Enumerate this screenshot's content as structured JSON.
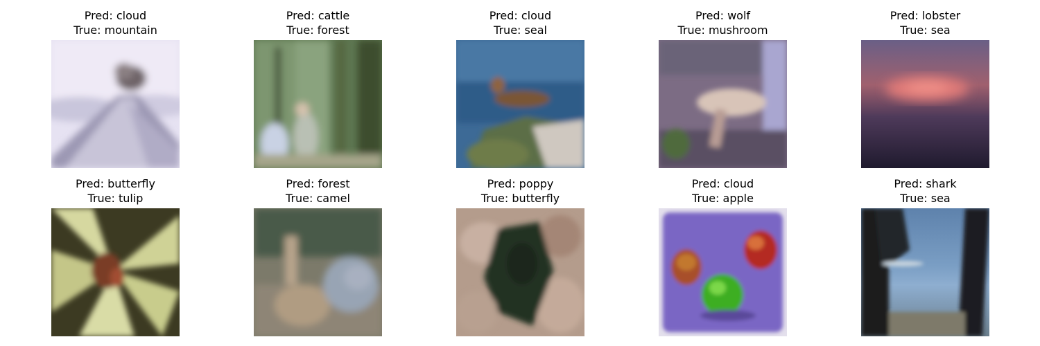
{
  "samples": [
    {
      "pred": "cloud",
      "true": "mountain"
    },
    {
      "pred": "cattle",
      "true": "forest"
    },
    {
      "pred": "cloud",
      "true": "seal"
    },
    {
      "pred": "wolf",
      "true": "mushroom"
    },
    {
      "pred": "lobster",
      "true": "sea"
    },
    {
      "pred": "butterfly",
      "true": "tulip"
    },
    {
      "pred": "forest",
      "true": "camel"
    },
    {
      "pred": "poppy",
      "true": "butterfly"
    },
    {
      "pred": "cloud",
      "true": "apple"
    },
    {
      "pred": "shark",
      "true": "sea"
    }
  ]
}
